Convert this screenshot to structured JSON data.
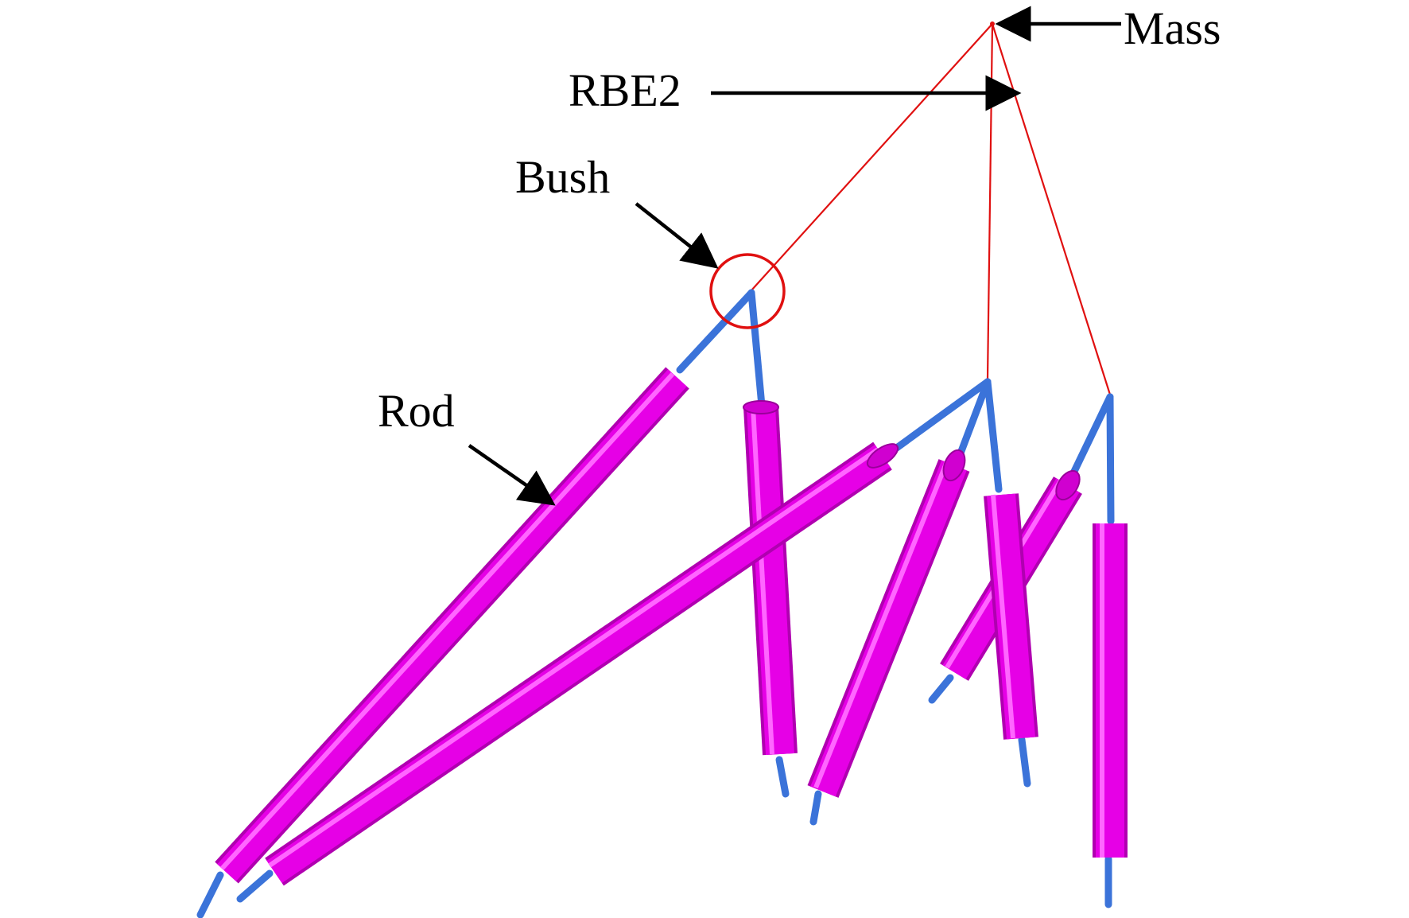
{
  "labels": {
    "mass": "Mass",
    "rbe2": "RBE2",
    "bush": "Bush",
    "rod": "Rod"
  },
  "colors": {
    "rod_body": "#e600e6",
    "rod_highlight": "#ff66ff",
    "rod_shadow": "#b000b0",
    "link": "#3b73d9",
    "rbe2_line": "#e01010",
    "bush_circle": "#e01010",
    "arrow": "#000000",
    "background": "#ffffff"
  },
  "components": [
    "mass-point",
    "rbe2-lines",
    "bush-joint",
    "rod-assemblies"
  ]
}
